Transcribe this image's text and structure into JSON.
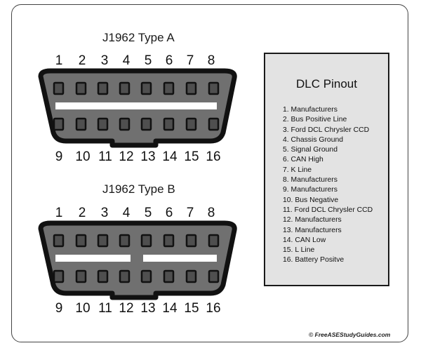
{
  "connector_a": {
    "title": "J1962 Type A",
    "top_pins": [
      "1",
      "2",
      "3",
      "4",
      "5",
      "6",
      "7",
      "8"
    ],
    "bottom_pins": [
      "9",
      "10",
      "11",
      "12",
      "13",
      "14",
      "15",
      "16"
    ]
  },
  "connector_b": {
    "title": "J1962 Type B",
    "top_pins": [
      "1",
      "2",
      "3",
      "4",
      "5",
      "6",
      "7",
      "8"
    ],
    "bottom_pins": [
      "9",
      "10",
      "11",
      "12",
      "13",
      "14",
      "15",
      "16"
    ]
  },
  "legend": {
    "title": "DLC Pinout",
    "items": [
      "1. Manufacturers",
      "2. Bus Positive Line",
      "3. Ford DCL Chrysler CCD",
      "4. Chassis Ground",
      "5. Signal Ground",
      "6. CAN High",
      "7. K Line",
      "8. Manufacturers",
      "9. Manufacturers",
      "10. Bus Negative",
      "11. Ford DCL Chrysler CCD",
      "12. Manufacturers",
      "13. Manufacturers",
      "14. CAN Low",
      "15. L Line",
      "16. Battery Positve"
    ]
  },
  "credit": "© FreeASEStudyGuides.com",
  "colors": {
    "shell": "#707070",
    "outline": "#111111",
    "pin": "#4f4f4f",
    "pin_outline": "#111111",
    "key_bar": "#ffffff",
    "legend_bg": "#e3e3e3"
  }
}
